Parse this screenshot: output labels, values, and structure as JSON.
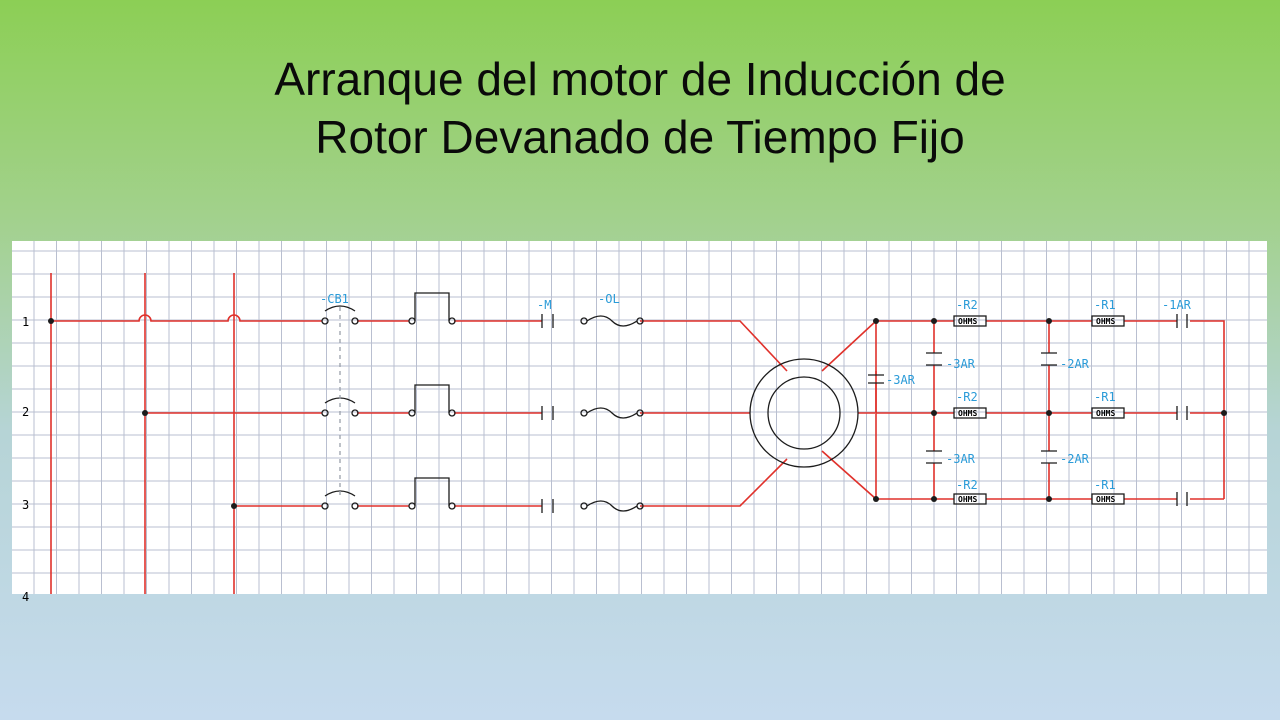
{
  "slide": {
    "title_line1": "Arranque del motor de Inducción de",
    "title_line2": "Rotor Devanado de Tiempo Fijo"
  },
  "diagram": {
    "line_numbers": [
      "1",
      "2",
      "3",
      "4"
    ],
    "labels": {
      "breaker": "-CB1",
      "contactor": "-M",
      "overload": "-OL",
      "contact_1ar": "-1AR",
      "contact_2ar_a": "-2AR",
      "contact_2ar_b": "-2AR",
      "contact_3ar_a": "-3AR",
      "contact_3ar_b": "-3AR",
      "contact_3ar_c": "-3AR",
      "r2_top": "-R2",
      "r2_mid": "-R2",
      "r2_bot": "-R2",
      "r1_top": "-R1",
      "r1_mid": "-R1",
      "r1_bot": "-R1",
      "ohms": "OHMS"
    },
    "colors": {
      "wire": "#e0312b",
      "grid": "#b9bfd0",
      "symbol": "#1c1c1c",
      "label": "#2a9bd8"
    }
  }
}
